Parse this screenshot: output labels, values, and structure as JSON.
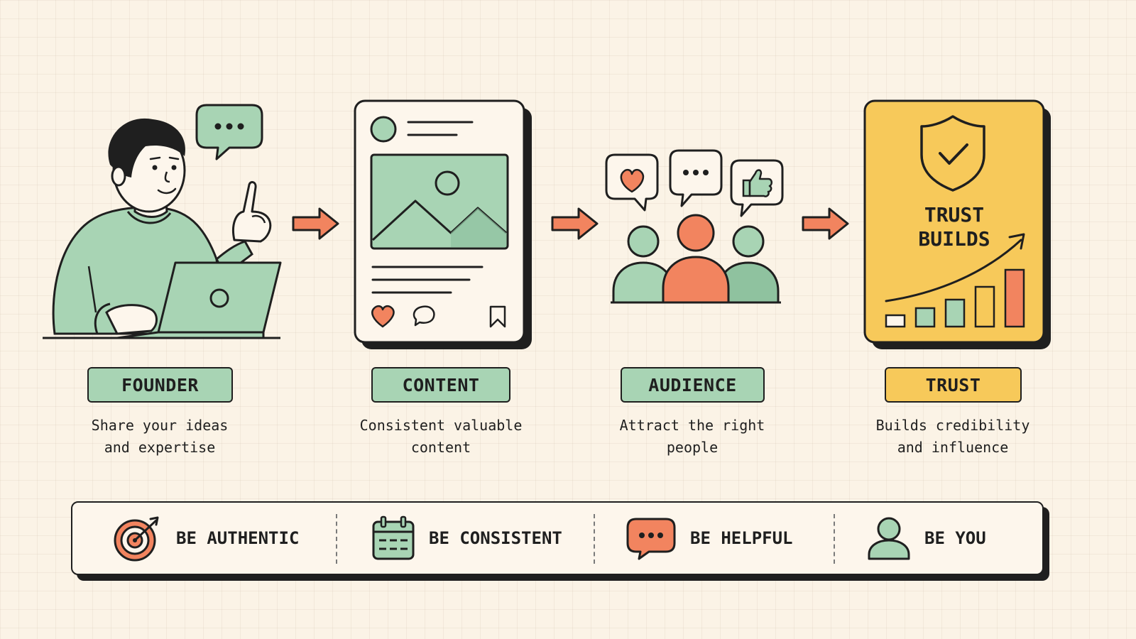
{
  "stages": [
    {
      "label": "FOUNDER",
      "desc": [
        "Share your ideas",
        "and expertise"
      ]
    },
    {
      "label": "CONTENT",
      "desc": [
        "Consistent valuable",
        "content"
      ]
    },
    {
      "label": "AUDIENCE",
      "desc": [
        "Attract the right",
        "people"
      ]
    },
    {
      "label": "TRUST",
      "desc": [
        "Builds credibility",
        "and influence"
      ]
    }
  ],
  "trust_card": {
    "line1": "TRUST",
    "line2": "BUILDS"
  },
  "principles": [
    {
      "label": "BE AUTHENTIC",
      "icon": "target-icon"
    },
    {
      "label": "BE CONSISTENT",
      "icon": "calendar-icon"
    },
    {
      "label": "BE HELPFUL",
      "icon": "chat-bubble-icon"
    },
    {
      "label": "BE YOU",
      "icon": "person-icon"
    }
  ],
  "colors": {
    "background": "#fbf3e6",
    "green": "#a8d4b4",
    "coral": "#f2845f",
    "yellow": "#f7c95a",
    "ink": "#1f1f1f"
  }
}
